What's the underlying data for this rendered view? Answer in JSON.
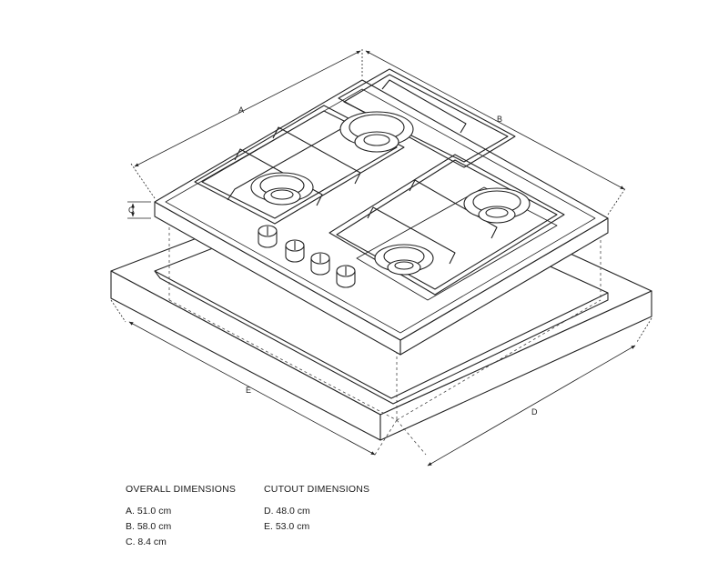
{
  "labels": {
    "A": "A",
    "B": "B",
    "C": "C",
    "D": "D",
    "E": "E"
  },
  "overall": {
    "heading": "OVERALL DIMENSIONS",
    "items": [
      "A. 51.0 cm",
      "B. 58.0 cm",
      "C. 8.4 cm"
    ]
  },
  "cutout": {
    "heading": "CUTOUT DIMENSIONS",
    "items": [
      "D. 48.0 cm",
      "E. 53.0 cm"
    ]
  }
}
